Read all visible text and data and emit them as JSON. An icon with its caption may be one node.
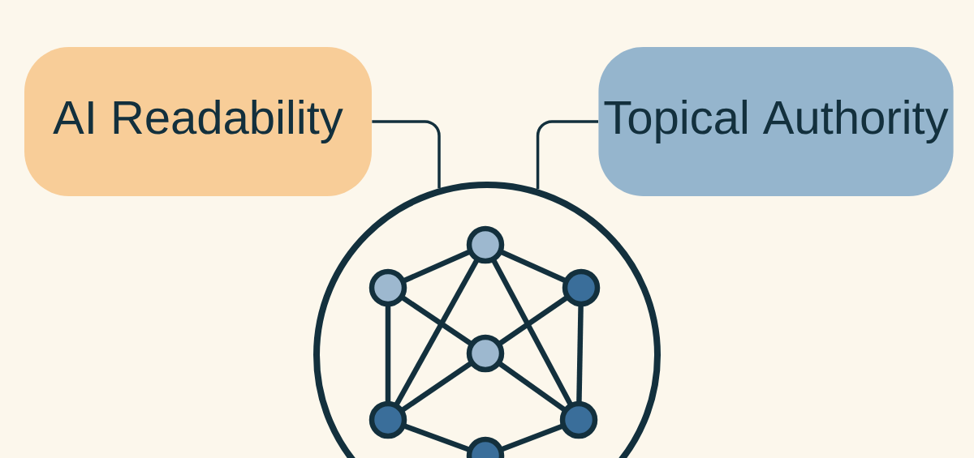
{
  "diagram": {
    "nodes": [
      {
        "text": [
          "AI Readability"
        ]
      },
      {
        "text": [
          "Topical Authority"
        ]
      },
      {
        "text": [],
        "shape": "circle"
      }
    ],
    "edges": [
      {
        "from": 0,
        "to": 2,
        "arrow": "none"
      },
      {
        "from": 1,
        "to": 2,
        "arrow": "none"
      }
    ]
  }
}
